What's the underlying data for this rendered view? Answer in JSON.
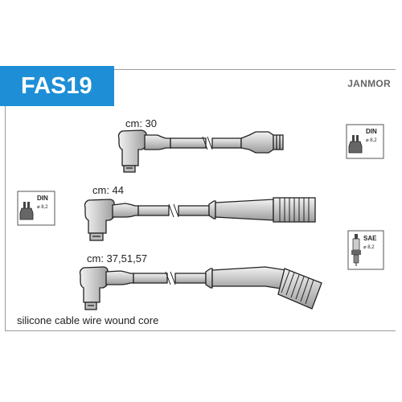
{
  "header": {
    "product_code": "FAS19",
    "brand": "JANMOR"
  },
  "cables": [
    {
      "length_label": "cm: 30"
    },
    {
      "length_label": "cm: 44"
    },
    {
      "length_label": "cm: 37,51,57"
    }
  ],
  "icons": {
    "distributor_top": {
      "name": "din-distributor-icon",
      "standard": "DIN",
      "size": "⌀ 8,2"
    },
    "distributor_left": {
      "name": "din-distributor-icon",
      "standard": "DIN",
      "size": "⌀ 8,2"
    },
    "spark_plug": {
      "name": "sae-spark-plug-icon",
      "standard": "SAE",
      "size": "⌀ 8,2"
    }
  },
  "footer": {
    "description": "silicone cable wire wound core"
  },
  "colors": {
    "badge": "#1e8fd6",
    "frame": "#9a9a9a"
  }
}
